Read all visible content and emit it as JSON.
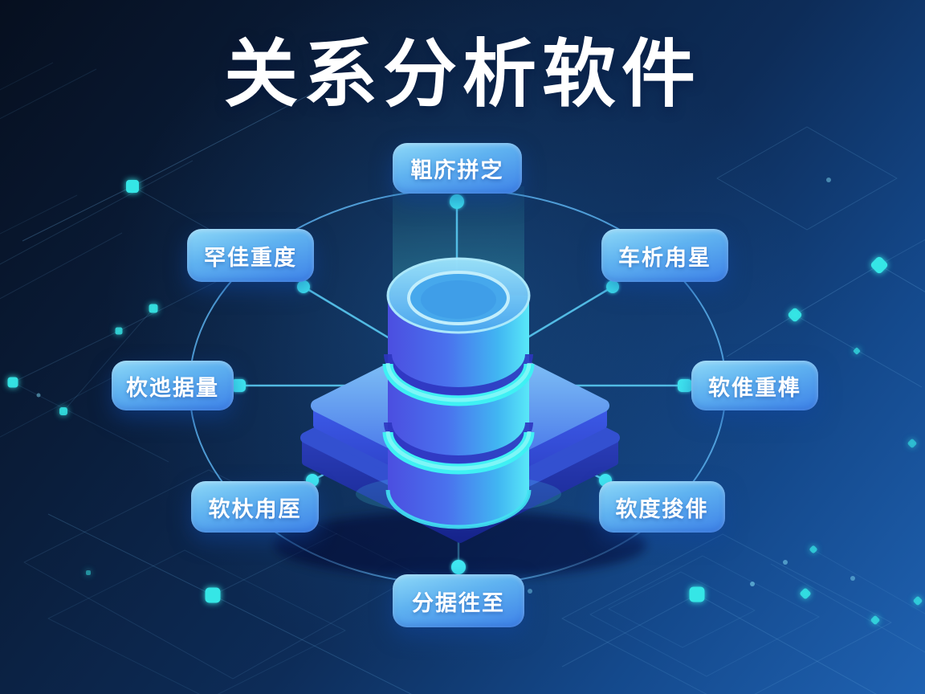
{
  "title": "关系分析软件",
  "diagram": {
    "center_icon": "isometric-database-on-platform",
    "nodes": [
      {
        "position": "top",
        "label": "靻庎拼㝎"
      },
      {
        "position": "upper-right",
        "label": "车析甪星"
      },
      {
        "position": "right",
        "label": "软倠重榫"
      },
      {
        "position": "lower-right",
        "label": "软度捘俳"
      },
      {
        "position": "bottom",
        "label": "分据徃至"
      },
      {
        "position": "lower-left",
        "label": "软杕甪厔"
      },
      {
        "position": "left",
        "label": "杴迆据量"
      },
      {
        "position": "upper-left",
        "label": "罕佳重度"
      }
    ],
    "colors": {
      "background_top_left": "#060f1f",
      "background_bottom_right": "#1f62b2",
      "title_text": "#ffffff",
      "node_gradient_top": "#8ed9f8",
      "node_gradient_bottom": "#3e82e8",
      "node_text": "#ffffff",
      "ring": "#5aafeb",
      "connector_line": "#58c6ee",
      "connector_dot": "#3fe9f2",
      "circuit_accent": "#35e6e6",
      "database_body_left": "#4b4ee0",
      "database_body_right": "#59e8f8",
      "database_stripe": "#3ff0f4",
      "platform_top": "#8cd2f8",
      "platform_side": "#2a3cc0"
    }
  }
}
